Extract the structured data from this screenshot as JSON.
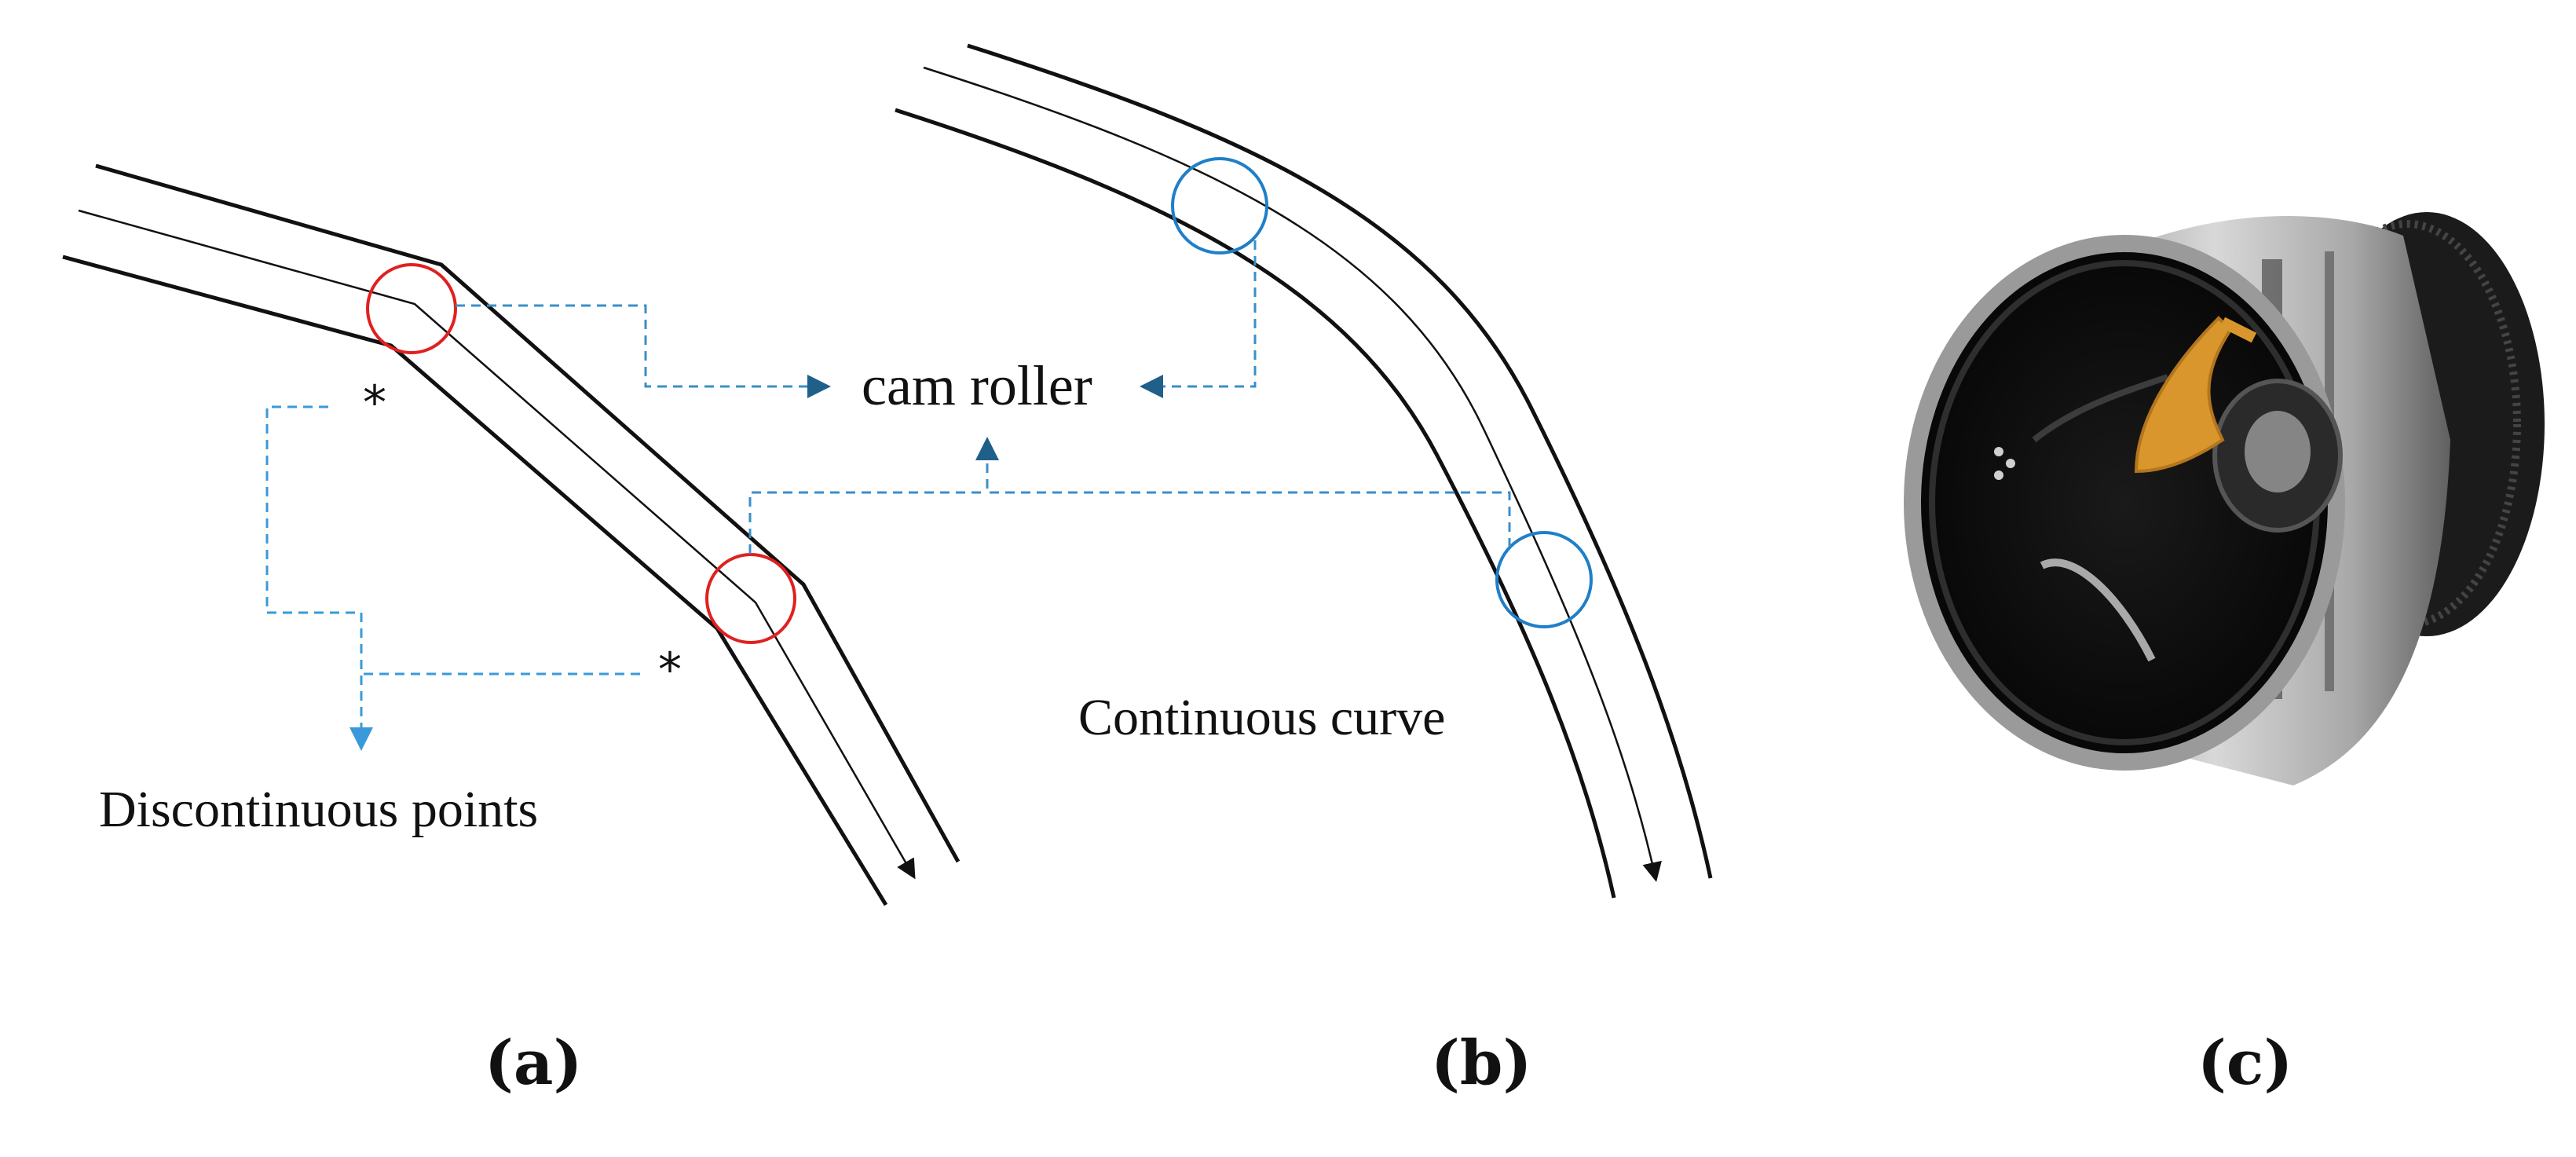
{
  "labels": {
    "cam_roller": "cam roller",
    "discontinuous_points": "Discontinuous points",
    "continuous_curve": "Continuous curve",
    "discontinuity_marker": "*"
  },
  "panels": [
    "(a)",
    "(b)",
    "(c)"
  ],
  "colors": {
    "discontinuous_circle": "#e02020",
    "continuous_circle": "#1f7fc8",
    "cam_roller_arrow": "#1f5f8a",
    "discontinuous_arrow": "#3a9ad9",
    "groove_line": "#111111"
  },
  "icons": [
    "lens-cam-barrel-photo"
  ]
}
